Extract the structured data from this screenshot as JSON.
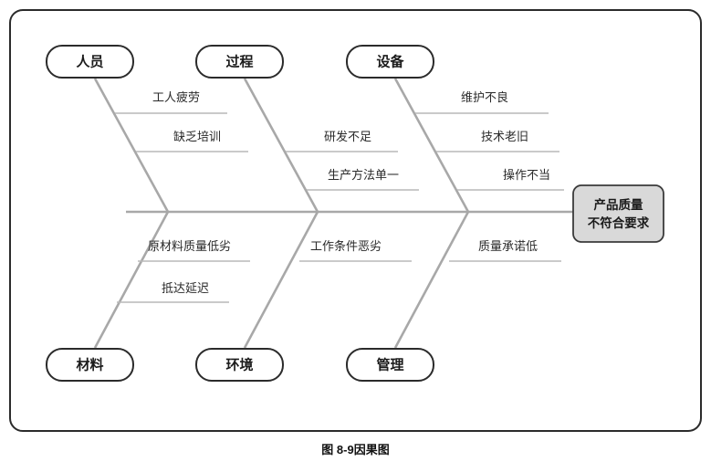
{
  "figure": {
    "caption": "图 8-9因果图",
    "effect": {
      "line1": "产品质量",
      "line2": "不符合要求",
      "fill_color": "#d9d9d9",
      "border_color": "#3a3a3a"
    },
    "colors": {
      "frame_border": "#2b2b2b",
      "bone": "#a8a8a8",
      "rib": "#b9b9b9",
      "box_border": "#2b2b2b",
      "box_fill": "#ffffff",
      "text": "#1a1a1a",
      "background": "#ffffff"
    },
    "categories": [
      {
        "id": "people",
        "label": "人员",
        "position": "top",
        "causes": [
          "工人疲劳",
          "缺乏培训"
        ]
      },
      {
        "id": "process",
        "label": "过程",
        "position": "top",
        "causes": [
          "研发不足",
          "生产方法单一"
        ]
      },
      {
        "id": "equipment",
        "label": "设备",
        "position": "top",
        "causes": [
          "维护不良",
          "技术老旧",
          "操作不当"
        ]
      },
      {
        "id": "material",
        "label": "材料",
        "position": "bottom",
        "causes": [
          "原材料质量低劣",
          "抵达延迟"
        ]
      },
      {
        "id": "environment",
        "label": "环境",
        "position": "bottom",
        "causes": [
          "工作条件恶劣"
        ]
      },
      {
        "id": "management",
        "label": "管理",
        "position": "bottom",
        "causes": [
          "质量承诺低"
        ]
      }
    ]
  }
}
